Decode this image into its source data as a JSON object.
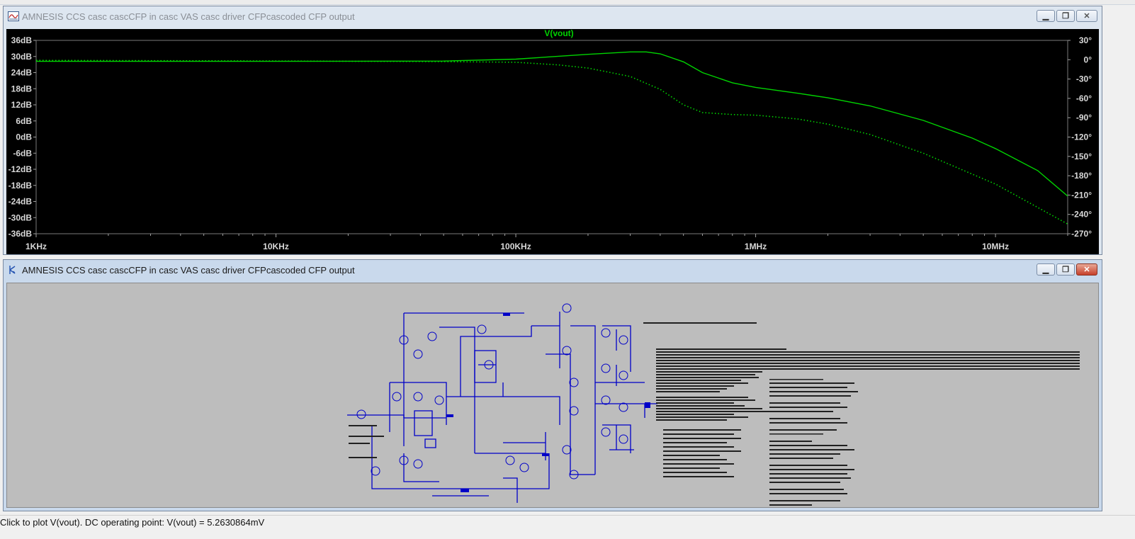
{
  "waveform_window": {
    "title": "AMNESIS CCS casc cascCFP in casc VAS casc driver CFPcascoded CFP output",
    "trace_label": "V(vout)"
  },
  "schematic_window": {
    "title": "AMNESIS CCS casc cascCFP in casc VAS casc driver CFPcascoded CFP output"
  },
  "status_bar": {
    "text": "Click to plot V(vout).  DC operating point: V(vout) = 5.2630864mV"
  },
  "colors": {
    "trace": "#00d400",
    "plot_background": "#000000",
    "axis_text": "#d8d8d8",
    "schematic_wire": "#0000c8",
    "schematic_background": "#bdbdbd"
  },
  "chart_data": {
    "type": "line",
    "title": "V(vout)",
    "x_scale": "log",
    "xlim": [
      1000,
      20000000
    ],
    "x_ticks": [
      {
        "value": 1000,
        "label": "1KHz"
      },
      {
        "value": 10000,
        "label": "10KHz"
      },
      {
        "value": 100000,
        "label": "100KHz"
      },
      {
        "value": 1000000,
        "label": "1MHz"
      },
      {
        "value": 10000000,
        "label": "10MHz"
      }
    ],
    "y_left": {
      "unit": "dB",
      "ylim": [
        -36,
        36
      ],
      "ticks": [
        "36dB",
        "30dB",
        "24dB",
        "18dB",
        "12dB",
        "6dB",
        "0dB",
        "-6dB",
        "-12dB",
        "-18dB",
        "-24dB",
        "-30dB",
        "-36dB"
      ],
      "tick_values": [
        36,
        30,
        24,
        18,
        12,
        6,
        0,
        -6,
        -12,
        -18,
        -24,
        -30,
        -36
      ]
    },
    "y_right": {
      "unit": "degrees",
      "ylim": [
        -270,
        30
      ],
      "ticks": [
        "30°",
        "0°",
        "-30°",
        "-60°",
        "-90°",
        "-120°",
        "-150°",
        "-180°",
        "-210°",
        "-240°",
        "-270°"
      ],
      "tick_values": [
        30,
        0,
        -30,
        -60,
        -90,
        -120,
        -150,
        -180,
        -210,
        -240,
        -270
      ]
    },
    "grid": false,
    "series": [
      {
        "name": "magnitude",
        "style": "solid",
        "x": [
          1000,
          10000,
          50000,
          100000,
          200000,
          300000,
          350000,
          400000,
          500000,
          600000,
          800000,
          1000000,
          1500000,
          2000000,
          3000000,
          5000000,
          8000000,
          10000000,
          15000000,
          20000000
        ],
        "y": [
          28.2,
          28.2,
          28.3,
          29,
          30.8,
          31.7,
          31.7,
          31,
          28,
          24,
          20.2,
          18.5,
          16.3,
          14.6,
          11.6,
          6.2,
          -0.4,
          -4.3,
          -12.5,
          -22
        ]
      },
      {
        "name": "phase",
        "style": "dotted",
        "x": [
          1000,
          10000,
          50000,
          100000,
          150000,
          200000,
          300000,
          400000,
          500000,
          600000,
          800000,
          1000000,
          1500000,
          2000000,
          3000000,
          5000000,
          10000000,
          20000000
        ],
        "y": [
          -1,
          -2,
          -3,
          -4,
          -8,
          -13,
          -26,
          -46,
          -70,
          -82,
          -85,
          -86,
          -92,
          -100,
          -116,
          -145,
          -193,
          -255
        ]
      }
    ]
  }
}
